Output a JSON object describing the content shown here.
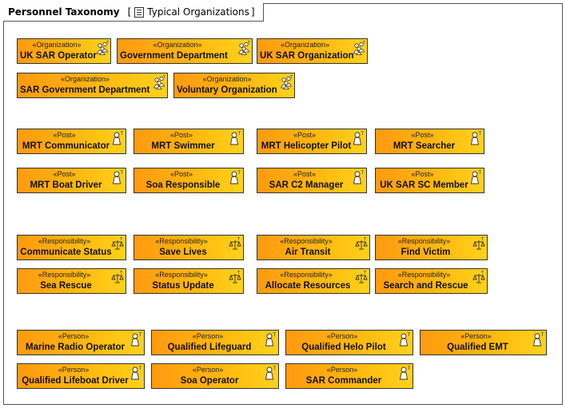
{
  "frame": {
    "title": "Personnel Taxonomy",
    "diagram_name": "Typical Organizations",
    "bracket_open": "[",
    "bracket_close": "]"
  },
  "organizations": [
    {
      "stereotype": "«Organization»",
      "name": "UK SAR Operator"
    },
    {
      "stereotype": "«Organization»",
      "name": "Government Department"
    },
    {
      "stereotype": "«Organization»",
      "name": "UK SAR Organization"
    },
    {
      "stereotype": "«Organization»",
      "name": "SAR Government Department"
    },
    {
      "stereotype": "«Organization»",
      "name": "Voluntary Organization"
    }
  ],
  "posts": [
    {
      "stereotype": "«Post»",
      "name": "MRT Communicator"
    },
    {
      "stereotype": "«Post»",
      "name": "MRT Swimmer"
    },
    {
      "stereotype": "«Post»",
      "name": "MRT Helicopter Pilot"
    },
    {
      "stereotype": "«Post»",
      "name": "MRT Searcher"
    },
    {
      "stereotype": "«Post»",
      "name": "MRT Boat Driver"
    },
    {
      "stereotype": "«Post»",
      "name": "Soa Responsible"
    },
    {
      "stereotype": "«Post»",
      "name": "SAR C2 Manager"
    },
    {
      "stereotype": "«Post»",
      "name": "UK SAR SC Member"
    }
  ],
  "responsibilities": [
    {
      "stereotype": "«Responsibility»",
      "name": "Communicate Status"
    },
    {
      "stereotype": "«Responsibility»",
      "name": "Save Lives"
    },
    {
      "stereotype": "«Responsibility»",
      "name": "Air Transit"
    },
    {
      "stereotype": "«Responsibility»",
      "name": "Find Victim"
    },
    {
      "stereotype": "«Responsibility»",
      "name": "Sea Rescue"
    },
    {
      "stereotype": "«Responsibility»",
      "name": "Status Update"
    },
    {
      "stereotype": "«Responsibility»",
      "name": "Allocate Resources"
    },
    {
      "stereotype": "«Responsibility»",
      "name": "Search and Rescue"
    }
  ],
  "persons": [
    {
      "stereotype": "«Person»",
      "name": "Marine Radio Operator"
    },
    {
      "stereotype": "«Person»",
      "name": "Qualified Lifeguard"
    },
    {
      "stereotype": "«Person»",
      "name": "Qualified Helo Pilot"
    },
    {
      "stereotype": "«Person»",
      "name": "Qualified EMT"
    },
    {
      "stereotype": "«Person»",
      "name": "Qualified Lifeboat Driver"
    },
    {
      "stereotype": "«Person»",
      "name": "Soa Operator"
    },
    {
      "stereotype": "«Person»",
      "name": "SAR Commander"
    }
  ]
}
